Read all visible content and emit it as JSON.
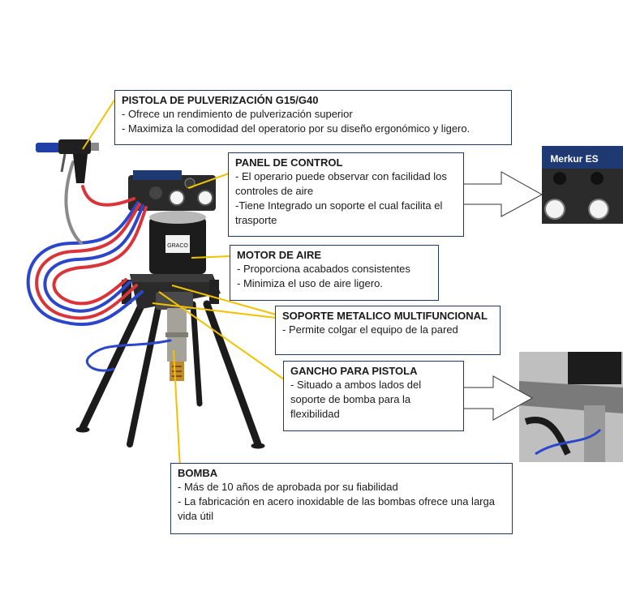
{
  "callouts": {
    "pistola": {
      "title": "PISTOLA DE PULVERIZACIÓN G15/G40",
      "lines": [
        "- Ofrece un rendimiento de pulverización superior",
        "- Maximiza la comodidad del operatorio por su diseño ergonómico y ligero."
      ]
    },
    "panel": {
      "title": "PANEL DE CONTROL",
      "lines": [
        "- El operario puede observar con facilidad los controles de aire",
        "-Tiene Integrado un soporte el cual facilita el trasporte"
      ]
    },
    "motor": {
      "title": "MOTOR DE AIRE",
      "lines": [
        " - Proporciona acabados consistentes",
        " - Minimiza el uso de aire ligero."
      ]
    },
    "soporte": {
      "title": "SOPORTE METALICO MULTIFUNCIONAL",
      "lines": [
        "-  Permite colgar el equipo de la pared"
      ]
    },
    "gancho": {
      "title": "GANCHO PARA PISTOLA",
      "lines": [
        "- Situado a ambos lados del soporte de bomba para la flexibilidad"
      ]
    },
    "bomba": {
      "title": "BOMBA",
      "lines": [
        "- Más de 10 años de aprobada por su fiabilidad",
        "- La fabricación en acero inoxidable de las bombas ofrece una larga vida útil"
      ]
    }
  },
  "labels": {
    "brand_graco": "GRACO",
    "merkur": "Merkur ES"
  },
  "colors": {
    "leader_line": "#f2c200",
    "box_border": "#1f3864",
    "frame_dark": "#1e1e1e",
    "hose_red": "#d9343a",
    "hose_blue": "#2b46c9"
  }
}
